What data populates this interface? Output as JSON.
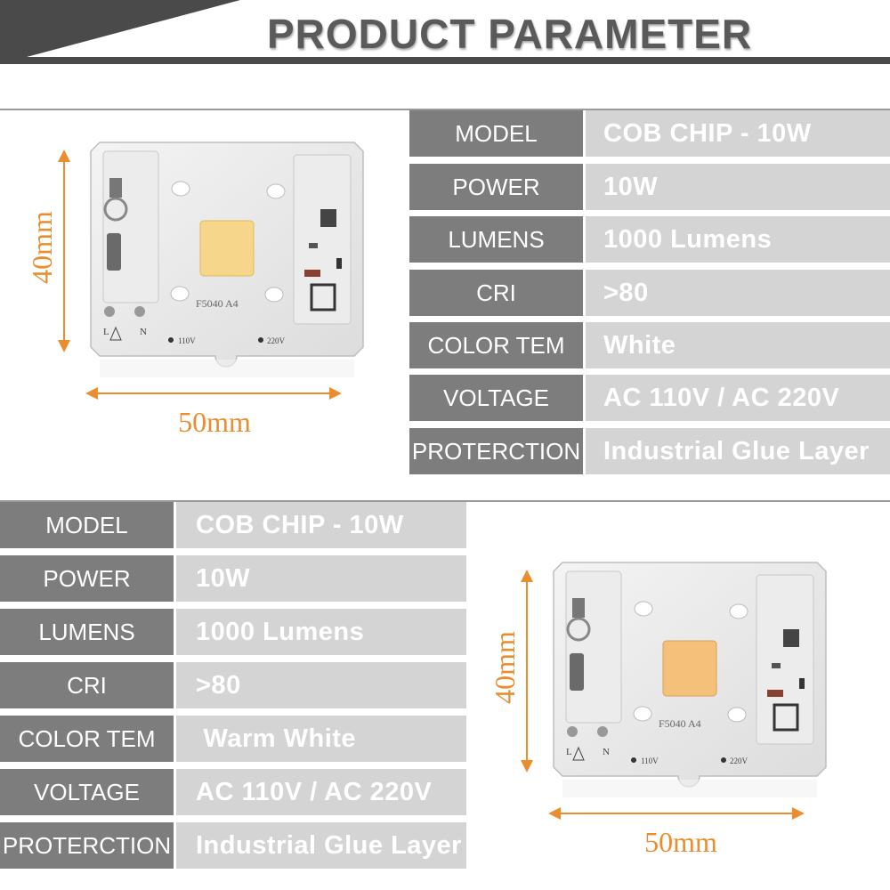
{
  "header": {
    "title": "PRODUCT PARAMETER"
  },
  "colors": {
    "accent": "#e98d2f",
    "label_bg": "#7d7d7d",
    "value_bg": "#d4d4d4",
    "header_dark": "#4a4a4a"
  },
  "top_table": [
    {
      "label": "MODEL",
      "value": "COB CHIP -  10W"
    },
    {
      "label": "POWER",
      "value": "10W"
    },
    {
      "label": "LUMENS",
      "value": "1000  Lumens"
    },
    {
      "label": "CRI",
      "value": ">80"
    },
    {
      "label": "COLOR  TEM",
      "value": "White"
    },
    {
      "label": "VOLTAGE",
      "value": "AC 110V / AC 220V"
    },
    {
      "label": "PROTERCTION",
      "value": "Industrial Glue Layer"
    }
  ],
  "bottom_table": [
    {
      "label": "MODEL",
      "value": "COB CHIP -  10W"
    },
    {
      "label": "POWER",
      "value": "10W"
    },
    {
      "label": "LUMENS",
      "value": "1000  Lumens"
    },
    {
      "label": "CRI",
      "value": ">80"
    },
    {
      "label": "COLOR  TEM",
      "value": " Warm White"
    },
    {
      "label": "VOLTAGE",
      "value": "AC 110V / AC 220V"
    },
    {
      "label": "PROTERCTION",
      "value": "Industrial Glue Layer"
    }
  ],
  "top_chip": {
    "height_label": "40mm",
    "width_label": "50mm",
    "chip_text": "F5040 A4",
    "v1": "110V",
    "v2": "220V",
    "l": "L",
    "n": "N",
    "emitter_color": "#f5d68a"
  },
  "bottom_chip": {
    "height_label": "40mm",
    "width_label": "50mm",
    "chip_text": "F5040 A4",
    "v1": "110V",
    "v2": "220V",
    "l": "L",
    "n": "N",
    "emitter_color": "#f4c07a"
  }
}
